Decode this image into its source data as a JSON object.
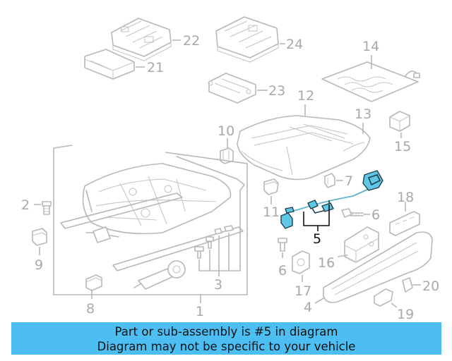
{
  "labels": {
    "l1": "1",
    "l2": "2",
    "l3": "3",
    "l4": "4",
    "l5": "5",
    "l6a": "6",
    "l6b": "6",
    "l7": "7",
    "l8": "8",
    "l9": "9",
    "l10": "10",
    "l11": "11",
    "l12": "12",
    "l13": "13",
    "l14": "14",
    "l15": "15",
    "l16": "16",
    "l17": "17",
    "l18": "18",
    "l19": "19",
    "l20": "20",
    "l21": "21",
    "l22": "22",
    "l23": "23",
    "l24": "24"
  },
  "banner": {
    "line1": "Part or sub-assembly is #5 in diagram",
    "line2": "Diagram may not be specific to your vehicle"
  },
  "colors": {
    "highlight": "#5ec8e6",
    "banner": "#4dbef2",
    "line_art": "#b8b8b8"
  }
}
